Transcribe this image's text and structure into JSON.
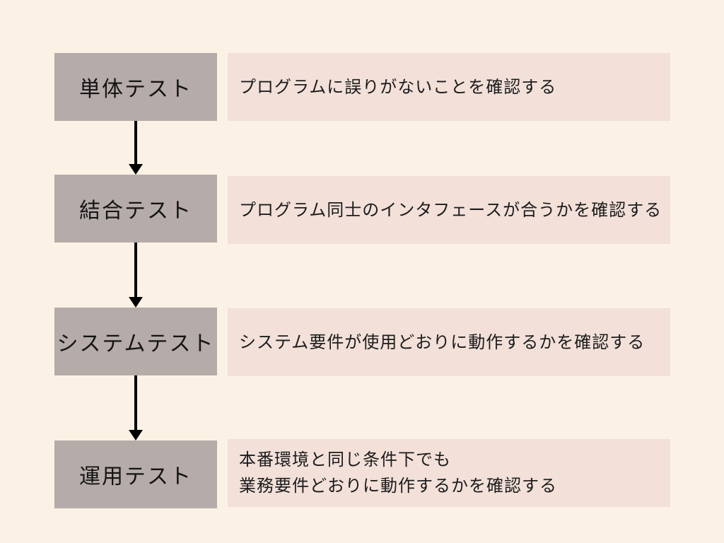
{
  "diagram": {
    "type": "vertical-flowchart",
    "steps": [
      {
        "label": "単体テスト",
        "description": "プログラムに誤りがないことを確認する"
      },
      {
        "label": "結合テスト",
        "description": "プログラム同士のインタフェースが合うかを確認する"
      },
      {
        "label": "システムテスト",
        "description": "システム要件が使用どおりに動作するかを確認する"
      },
      {
        "label": "運用テスト",
        "description": "本番環境と同じ条件下でも\n業務要件どおりに動作するかを確認する"
      }
    ],
    "colors": {
      "background": "#fbf2e5",
      "step_box": "#b5aba8",
      "description_box": "#f2e0d9",
      "text": "#1c1c1c",
      "arrow": "#000000"
    }
  }
}
